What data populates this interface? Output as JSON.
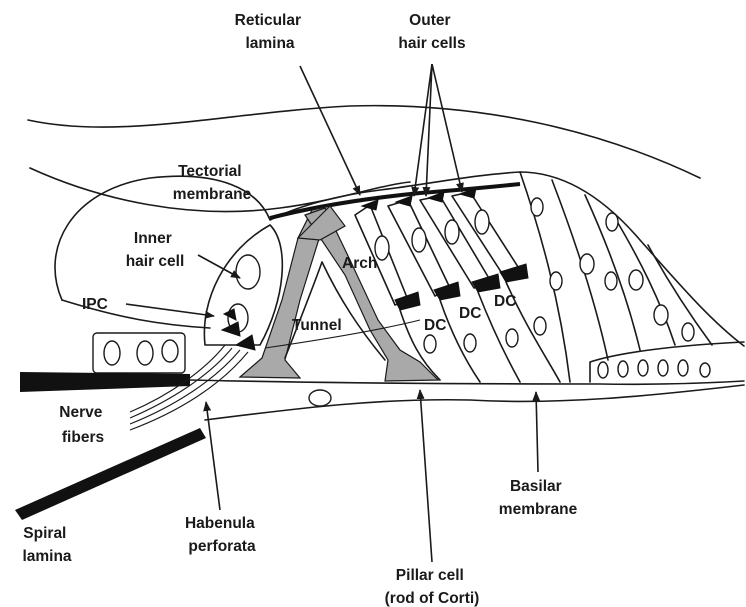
{
  "labels": {
    "reticular_lamina": [
      "Reticular",
      "lamina"
    ],
    "outer_hair_cells": [
      "Outer",
      "hair cells"
    ],
    "tectorial_membrane": [
      "Tectorial",
      "membrane"
    ],
    "inner_hair_cell": [
      "Inner",
      "hair cell"
    ],
    "ipc": "IPC",
    "arch": "Arch",
    "tunnel": "Tunnel",
    "dc": "DC",
    "nerve_fibers": [
      "Nerve",
      "fibers"
    ],
    "spiral_lamina": [
      "Spiral",
      "lamina"
    ],
    "habenula_perforata": [
      "Habenula",
      "perforata"
    ],
    "pillar_cell": [
      "Pillar cell",
      "(rod of Corti)"
    ],
    "basilar_membrane": [
      "Basilar",
      "membrane"
    ]
  },
  "colors": {
    "ink": "#1a1a1a",
    "pillar_fill": "#a9a9a9",
    "background": "#ffffff"
  }
}
